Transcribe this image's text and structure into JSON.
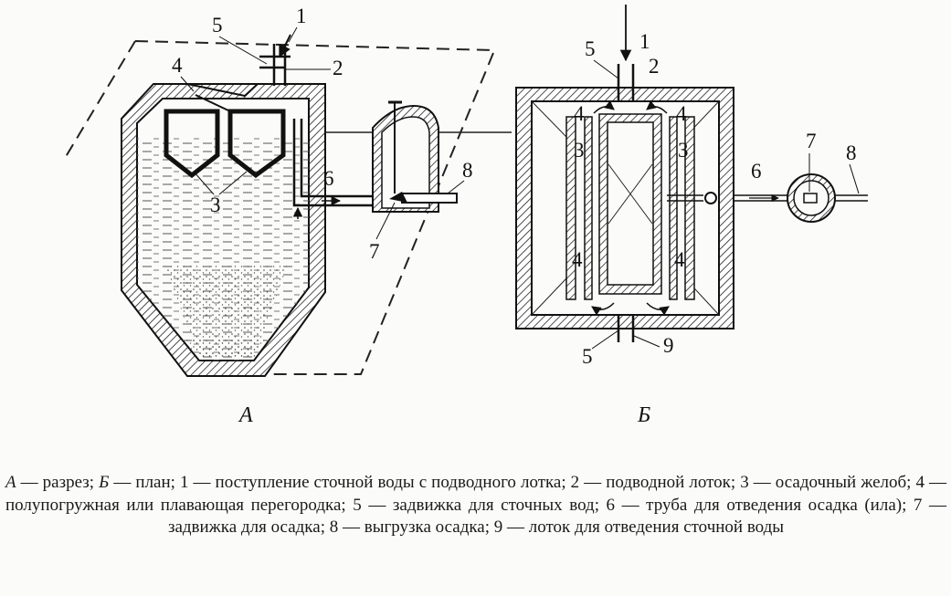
{
  "figure": {
    "panel_a_label": "А",
    "panel_b_label": "Б",
    "callouts_a": [
      "1",
      "2",
      "3",
      "4",
      "5",
      "6",
      "7",
      "8"
    ],
    "callouts_b": [
      "1",
      "2",
      "3",
      "3",
      "4",
      "4",
      "4",
      "4",
      "5",
      "5",
      "6",
      "7",
      "8",
      "9"
    ]
  },
  "caption": {
    "a_letter": "А",
    "a_text": " — разрез; ",
    "b_letter": "Б",
    "b_text": " — план; 1 — поступление сточной воды с подводного лотка; 2 — подводной лоток; 3 — осадочный желоб; 4 — полупогружная или плавающая перегородка; 5 — задвижка для сточных вод; 6 — труба для отведения осадка (ила); 7 — задвижка для осадка; 8 — выгрузка осадка; 9 — лоток для отведения сточной воды"
  }
}
